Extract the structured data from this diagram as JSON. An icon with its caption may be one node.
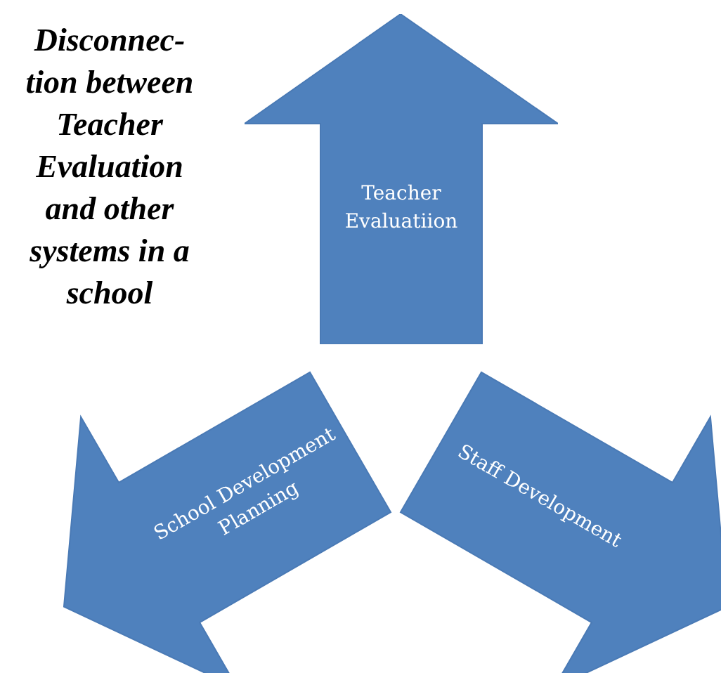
{
  "diagram": {
    "title": "Disconnec-tion between Teacher Evaluation and other systems in a school",
    "nodes": [
      {
        "text": [
          "Teacher Evaluatiion"
        ]
      },
      {
        "text": [
          "School Development Planning"
        ]
      },
      {
        "text": [
          "Staff Development"
        ]
      }
    ]
  }
}
